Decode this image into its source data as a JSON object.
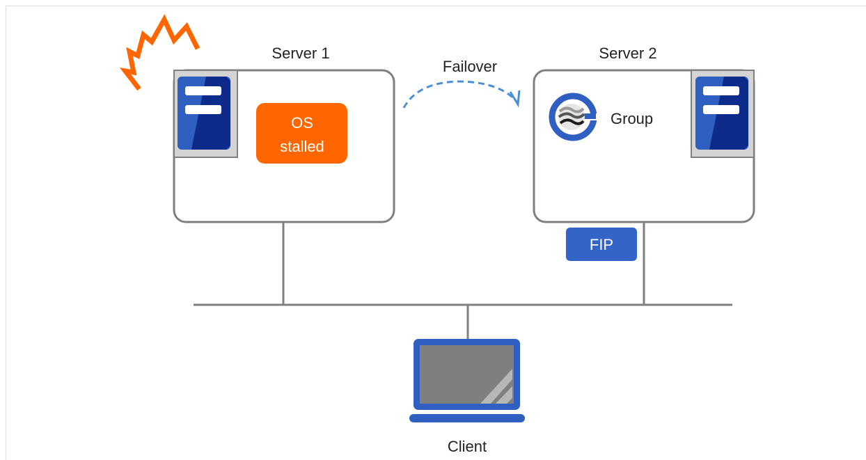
{
  "server1": {
    "title": "Server 1",
    "status": [
      "OS",
      "stalled"
    ]
  },
  "server2": {
    "title": "Server 2",
    "group_label": "Group",
    "fip_label": "FIP"
  },
  "failover_label": "Failover",
  "client_label": "Client",
  "colors": {
    "server_blue": "#2f5fc0",
    "server_dark": "#0d2b8a",
    "status_orange": "#ff6600",
    "fip_blue": "#3464c8",
    "failover_arrow": "#4a90d9",
    "alert_orange": "#ff6600",
    "line_gray": "#7f7f7f",
    "box_border": "#7f7f7f",
    "server_frame": "#d4d4d4"
  },
  "icons": {
    "alert": "alert-zigzag-icon",
    "server": "server-tower-icon",
    "group": "cluster-group-icon",
    "client": "laptop-icon"
  }
}
